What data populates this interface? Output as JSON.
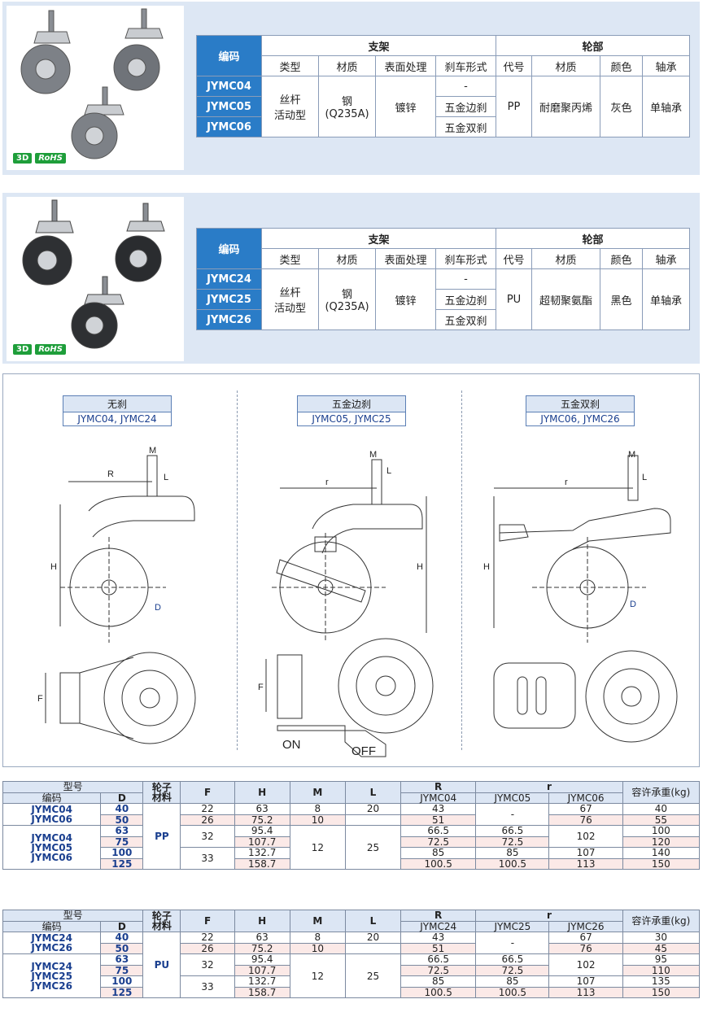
{
  "badges": {
    "three_d": "3D",
    "rohs": "RoHS"
  },
  "spec_headers": {
    "code": "编码",
    "bracket": "支架",
    "wheel": "轮部",
    "type": "类型",
    "material": "材质",
    "surface": "表面处理",
    "brake": "刹车形式",
    "wcode": "代号",
    "wmaterial": "材质",
    "color": "颜色",
    "bearing": "轴承"
  },
  "spec1": {
    "codes": [
      "JYMC04",
      "JYMC05",
      "JYMC06"
    ],
    "type": "丝杆\n活动型",
    "material": "钢\n(Q235A)",
    "surface": "镀锌",
    "brakes": [
      "-",
      "五金边刹",
      "五金双刹"
    ],
    "wcode": "PP",
    "wmaterial": "耐磨聚丙烯",
    "color": "灰色",
    "bearing": "单轴承"
  },
  "spec2": {
    "codes": [
      "JYMC24",
      "JYMC25",
      "JYMC26"
    ],
    "type": "丝杆\n活动型",
    "material": "钢\n(Q235A)",
    "surface": "镀锌",
    "brakes": [
      "-",
      "五金边刹",
      "五金双刹"
    ],
    "wcode": "PU",
    "wmaterial": "超韧聚氨酯",
    "color": "黑色",
    "bearing": "单轴承"
  },
  "drawings": [
    {
      "title": "无刹",
      "codes": "JYMC04, JYMC24"
    },
    {
      "title": "五金边刹",
      "codes": "JYMC05, JYMC25"
    },
    {
      "title": "五金双刹",
      "codes": "JYMC06, JYMC26"
    }
  ],
  "drawing_labels": {
    "M": "M",
    "L": "L",
    "R": "R",
    "r": "r",
    "H": "H",
    "D": "D",
    "F": "F",
    "on": "ON",
    "off": "OFF"
  },
  "dim_headers": {
    "model": "型号",
    "code": "编码",
    "d": "D",
    "wheel_mat": "轮子\n材料",
    "f": "F",
    "h": "H",
    "m": "M",
    "l": "L",
    "R": "R",
    "r": "r",
    "load": "容许承重(kg)"
  },
  "dim1": {
    "cols": [
      "JYMC04",
      "JYMC05",
      "JYMC06"
    ],
    "group_a": "JYMC04\nJYMC06",
    "group_b": "JYMC04\nJYMC05\nJYMC06",
    "mat": "PP",
    "rows": [
      {
        "d": "40",
        "f": "22",
        "h": "63",
        "m": "8",
        "l": "20",
        "R": "43",
        "r1": "-",
        "r2": "67",
        "load": "40"
      },
      {
        "d": "50",
        "f": "26",
        "h": "75.2",
        "m": "10",
        "l": "",
        "R": "51",
        "r1": "",
        "r2": "76",
        "load": "55"
      },
      {
        "d": "63",
        "f": "32",
        "h": "95.4",
        "m": "12",
        "l": "25",
        "R": "66.5",
        "r1": "66.5",
        "r2": "102",
        "load": "100"
      },
      {
        "d": "75",
        "f": "",
        "h": "107.7",
        "m": "",
        "l": "",
        "R": "72.5",
        "r1": "72.5",
        "r2": "",
        "load": "120"
      },
      {
        "d": "100",
        "f": "33",
        "h": "132.7",
        "m": "",
        "l": "",
        "R": "85",
        "r1": "85",
        "r2": "107",
        "load": "140"
      },
      {
        "d": "125",
        "f": "",
        "h": "158.7",
        "m": "",
        "l": "",
        "R": "100.5",
        "r1": "100.5",
        "r2": "113",
        "load": "150"
      }
    ]
  },
  "dim2": {
    "cols": [
      "JYMC24",
      "JYMC25",
      "JYMC26"
    ],
    "group_a": "JYMC24\nJYMC26",
    "group_b": "JYMC24\nJYMC25\nJYMC26",
    "mat": "PU",
    "rows": [
      {
        "d": "40",
        "f": "22",
        "h": "63",
        "m": "8",
        "l": "20",
        "R": "43",
        "r1": "-",
        "r2": "67",
        "load": "30"
      },
      {
        "d": "50",
        "f": "26",
        "h": "75.2",
        "m": "10",
        "l": "",
        "R": "51",
        "r1": "",
        "r2": "76",
        "load": "45"
      },
      {
        "d": "63",
        "f": "32",
        "h": "95.4",
        "m": "12",
        "l": "25",
        "R": "66.5",
        "r1": "66.5",
        "r2": "102",
        "load": "95"
      },
      {
        "d": "75",
        "f": "",
        "h": "107.7",
        "m": "",
        "l": "",
        "R": "72.5",
        "r1": "72.5",
        "r2": "",
        "load": "110"
      },
      {
        "d": "100",
        "f": "33",
        "h": "132.7",
        "m": "",
        "l": "",
        "R": "85",
        "r1": "85",
        "r2": "107",
        "load": "135"
      },
      {
        "d": "125",
        "f": "",
        "h": "158.7",
        "m": "",
        "l": "",
        "R": "100.5",
        "r1": "100.5",
        "r2": "113",
        "load": "150"
      }
    ]
  }
}
